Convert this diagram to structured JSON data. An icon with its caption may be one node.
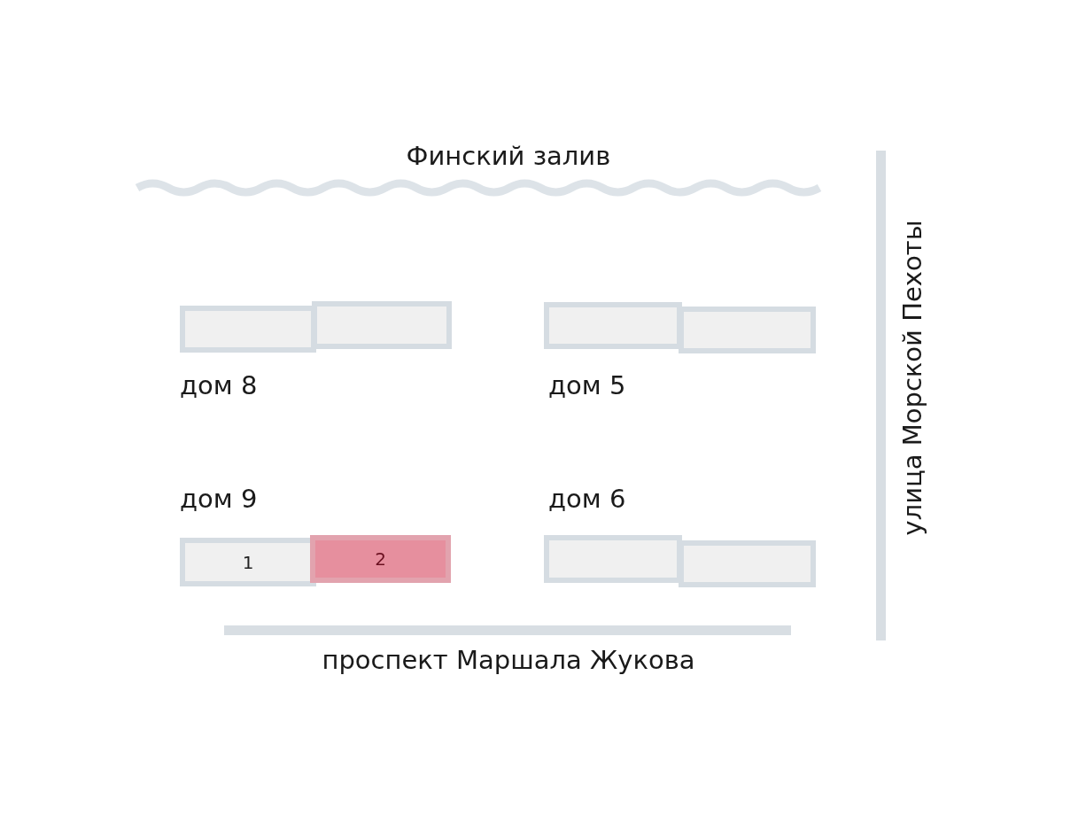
{
  "diagram": {
    "nodes": [
      {
        "text": [],
        "shape": "box"
      },
      {
        "text": [],
        "shape": "box"
      },
      {
        "text": [],
        "shape": "box"
      },
      {
        "text": [],
        "shape": "box"
      },
      {
        "text": [
          "1"
        ]
      },
      {
        "text": [
          "2"
        ]
      },
      {
        "text": [],
        "shape": "box"
      },
      {
        "text": [],
        "shape": "box"
      }
    ],
    "edges": [],
    "labels": [
      "Финский залив",
      "дом 8",
      "дом 5",
      "дом 9",
      "дом 6",
      "улица Морской Пехоты",
      "проспект Маршала Жукова"
    ]
  }
}
